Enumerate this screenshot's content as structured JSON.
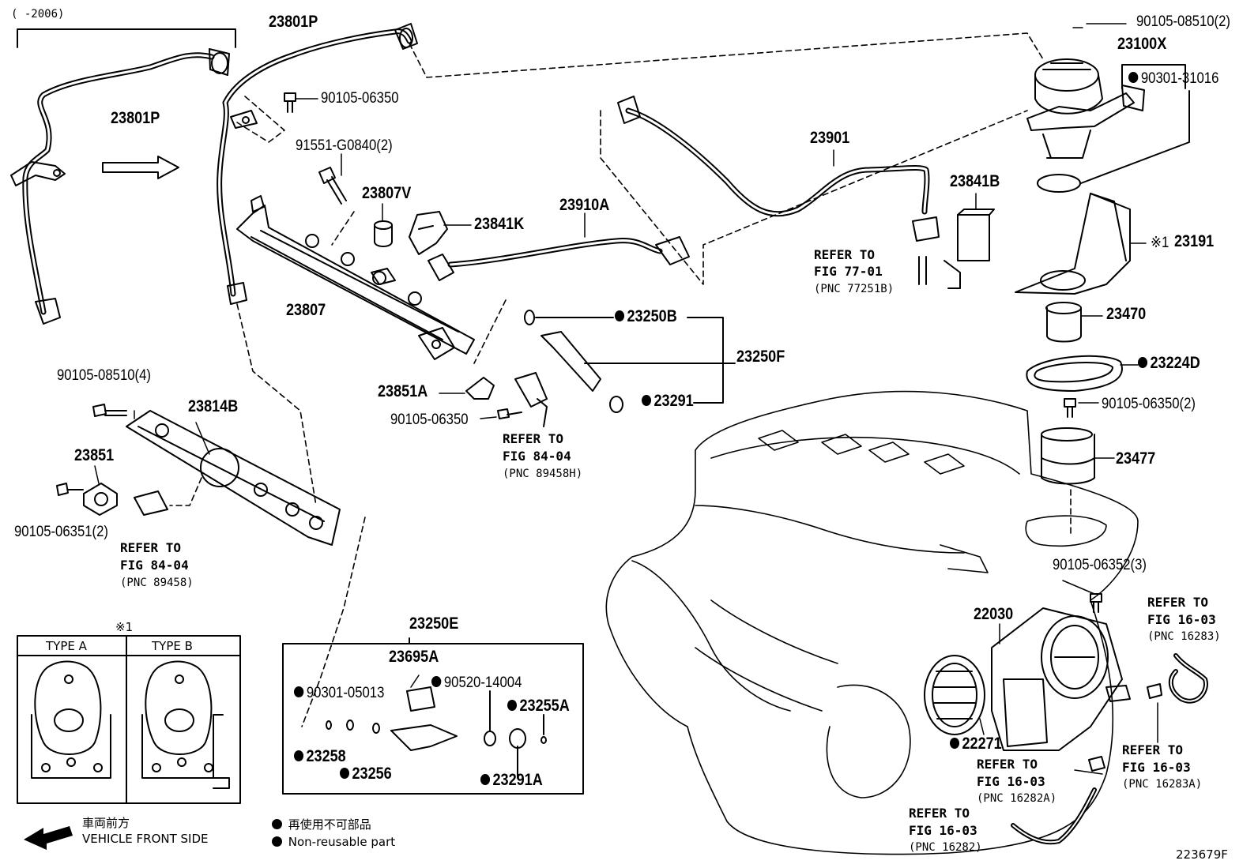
{
  "diagram": {
    "date_range": "(    -2006)",
    "figure_number": "223679F",
    "parts": [
      "23801P",
      "23801P",
      "90105-06350",
      "91551-G0840(2)",
      "23807V",
      "23841K",
      "23910A",
      "23807",
      "23901",
      "23841B",
      "90105-08510(2)",
      "23100X",
      "90301-31016",
      "23191",
      "23470",
      "23224D",
      "90105-06350(2)",
      "23477",
      "23250B",
      "23250F",
      "23291",
      "23851A",
      "90105-06350",
      "90105-08510(4)",
      "23814B",
      "23851",
      "90105-06351(2)",
      "90105-06352(3)",
      "22030",
      "22271",
      "23250E",
      "23695A",
      "90301-05013",
      "90520-14004",
      "23255A",
      "23258",
      "23256",
      "23291A"
    ],
    "type_marker_23191": "※1",
    "type_note": "※1",
    "references": {
      "fig_77_01": {
        "line1": "REFER TO",
        "line2": "FIG 77-01",
        "pnc": "(PNC 77251B)"
      },
      "fig_84_04_h": {
        "line1": "REFER TO",
        "line2": "FIG 84-04",
        "pnc": "(PNC 89458H)"
      },
      "fig_84_04": {
        "line1": "REFER TO",
        "line2": "FIG 84-04",
        "pnc": "(PNC 89458)"
      },
      "fig_16_03_a": {
        "line1": "REFER TO",
        "line2": "FIG 16-03",
        "pnc": "(PNC 16283)"
      },
      "fig_16_03_b": {
        "line1": "REFER TO",
        "line2": "FIG 16-03",
        "pnc": "(PNC 16283A)"
      },
      "fig_16_03_c": {
        "line1": "REFER TO",
        "line2": "FIG 16-03",
        "pnc": "(PNC 16282A)"
      },
      "fig_16_03_d": {
        "line1": "REFER TO",
        "line2": "FIG 16-03",
        "pnc": "(PNC 16282)"
      }
    },
    "type_table": {
      "col_a": "TYPE A",
      "col_b": "TYPE B"
    },
    "front_direction": {
      "jp": "車両前方",
      "en": "VEHICLE FRONT SIDE"
    },
    "legend": {
      "jp": "再使用不可部品",
      "en": "Non-reusable part"
    }
  }
}
